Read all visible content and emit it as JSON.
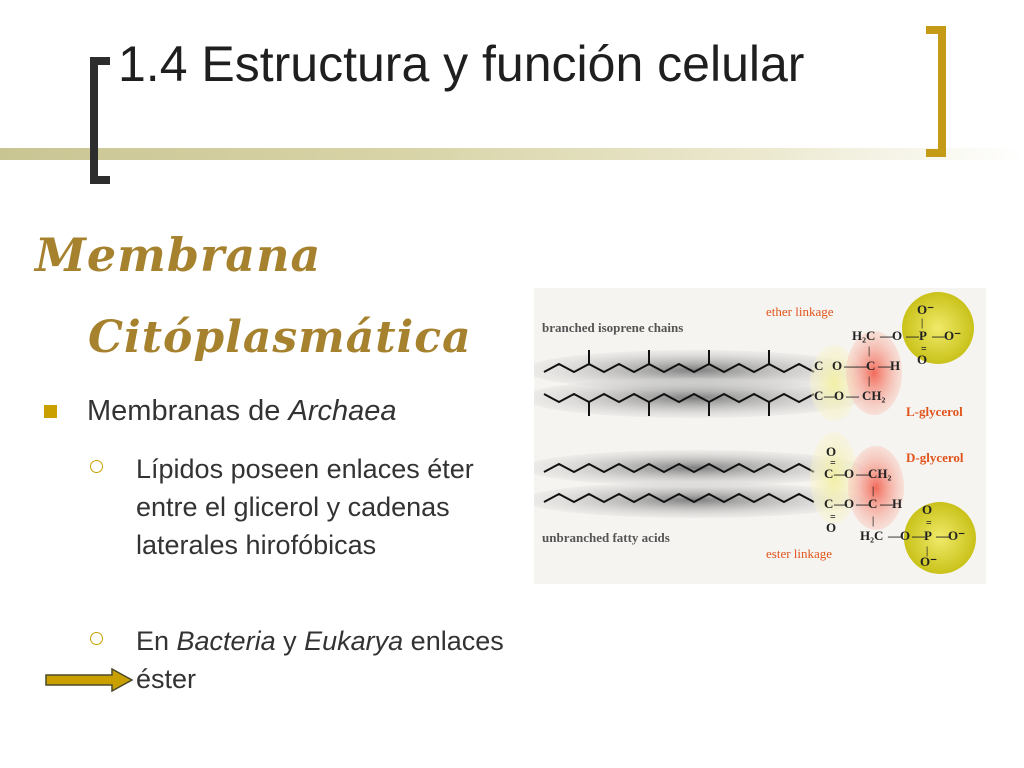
{
  "slide": {
    "title": "1.4 Estructura y función celular",
    "heading_line1": "Membrana",
    "heading_line2": "Citóplasmática",
    "bullet": {
      "text": "Membranas de ",
      "italic": "Archaea"
    },
    "sub_bullets": [
      {
        "text": "Lípidos poseen enlaces éter entre el glicerol y cadenas laterales hirofóbicas"
      },
      {
        "prefix": "En ",
        "italic1": "Bacteria",
        "mid": " y ",
        "italic2": "Eukarya",
        "suffix": " enlaces éster"
      }
    ]
  },
  "figure": {
    "top_label": "branched isoprene chains",
    "bottom_label": "unbranched fatty acids",
    "ether_label": "ether linkage",
    "ester_label": "ester linkage",
    "l_glycerol_label": "L-glycerol",
    "d_glycerol_label": "D-glycerol",
    "chem": {
      "h2c": "H₂C",
      "ch2": "CH₂",
      "c": "C",
      "h": "H",
      "o": "O",
      "p": "P",
      "o_minus": "O⁻",
      "dbl": "=",
      "dash": "—",
      "bar": "|"
    }
  },
  "colors": {
    "accent_gold": "#c9a000",
    "heading_gold": "#a6822f",
    "label_orange": "#e0541c",
    "phosphate_yellow": "#d8d22e",
    "glycerol_red": "#e23a2a"
  },
  "icons": [
    "square-bullet-icon",
    "circle-bullet-icon",
    "arrow-right-icon"
  ]
}
